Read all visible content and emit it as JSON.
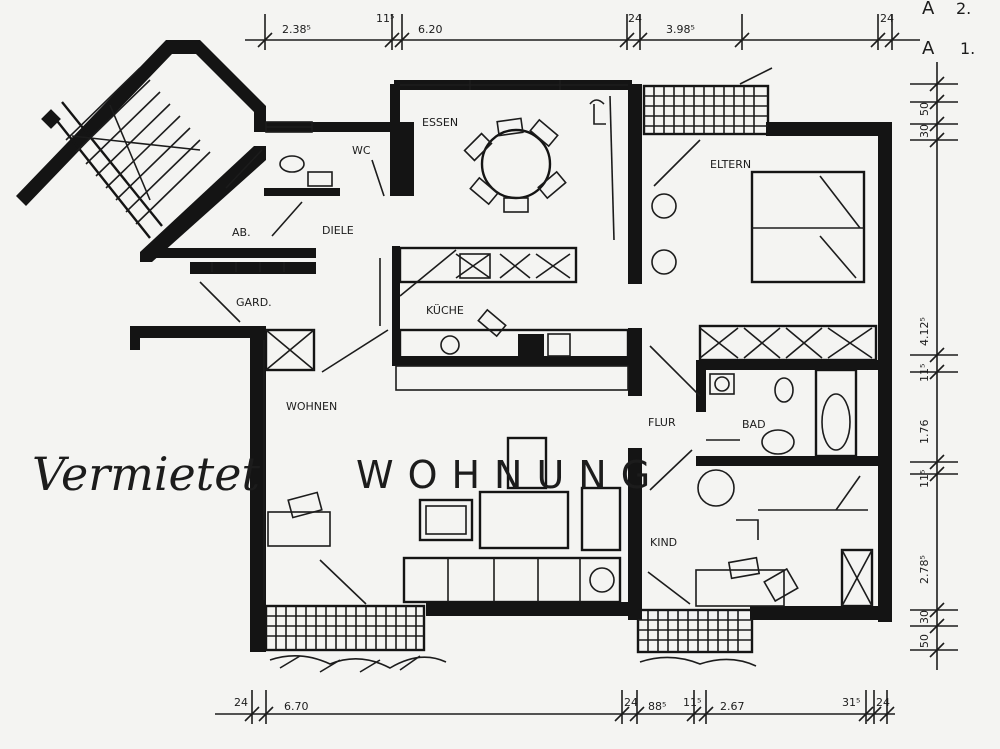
{
  "plan": {
    "title": "WOHNUNG",
    "handwritten_note": "Vermietet",
    "corner_marks": [
      "A",
      "A",
      "2.",
      "1."
    ],
    "rooms": {
      "essen": "ESSEN",
      "wc": "WC",
      "eltern": "ELTERN",
      "ab": "AB.",
      "diele": "DIELE",
      "gard": "GARD.",
      "kueche": "KÜCHE",
      "wohnen": "WOHNEN",
      "flur": "FLUR",
      "bad": "BAD",
      "kind": "KIND"
    },
    "dimensions": {
      "top": [
        "2.38⁵",
        "11⁵",
        "6.20",
        "24",
        "3.98⁵",
        "24"
      ],
      "bottom": [
        "24",
        "6.70",
        "24",
        "88⁵",
        "11⁵",
        "2.67",
        "31⁵",
        "24"
      ],
      "right": [
        "50",
        "30",
        "4.12⁵",
        "11⁵",
        "1.76",
        "11⁵",
        "2.78⁵",
        "30",
        "50"
      ]
    }
  }
}
